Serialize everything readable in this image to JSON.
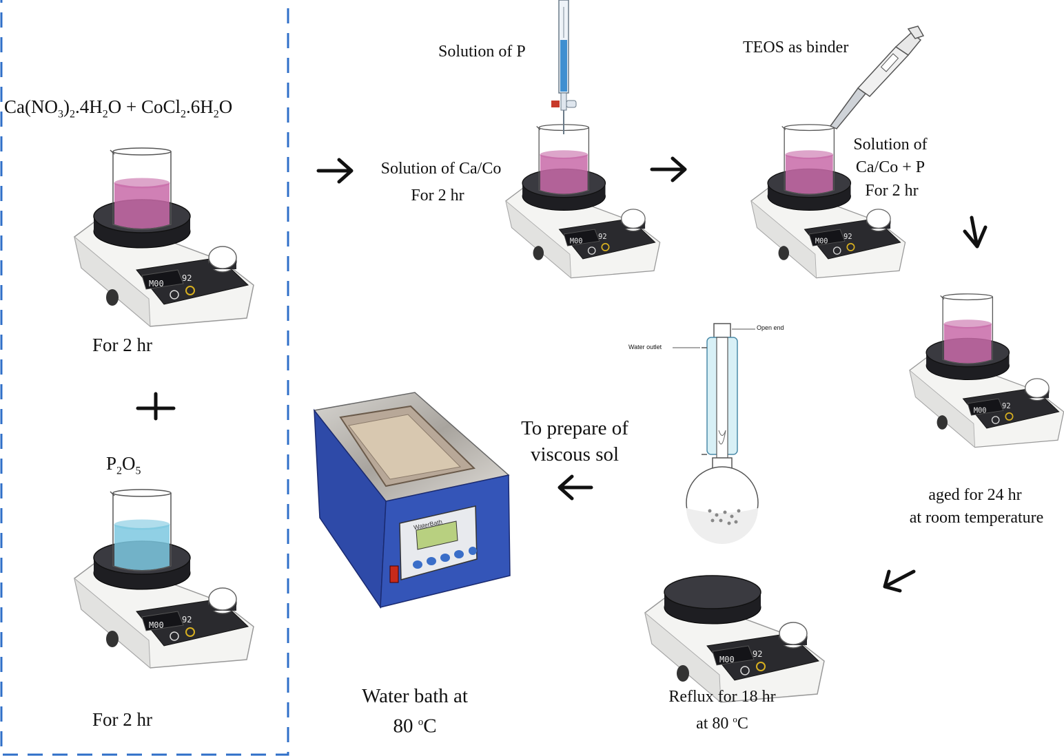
{
  "left_panel": {
    "reagents_prefix": "Ca(NO",
    "reagents_mid1": "3",
    "reagents_mid2": ")",
    "reagents_mid3": "2",
    "reagents_mid4": ".4H",
    "reagents_mid5": "2",
    "reagents_mid6": "O + CoCl",
    "reagents_mid7": "2",
    "reagents_mid8": ".6H",
    "reagents_mid9": "2",
    "reagents_suffix": "O",
    "step1_time": "For 2 hr",
    "plus": "+",
    "p2o5_p": "P",
    "p2o5_sub1": "2",
    "p2o5_o": "O",
    "p2o5_sub2": "5",
    "step2_time": "For 2 hr"
  },
  "step_mix": {
    "reagent": "Solution of P",
    "line1": "Solution of Ca/Co",
    "line2": "For 2 hr"
  },
  "step_binder": {
    "reagent": "TEOS as binder",
    "line1": "Solution of",
    "line2": "Ca/Co + P",
    "line3": "For 2 hr"
  },
  "step_aging": {
    "line1": "aged for 24 hr",
    "line2": "at room temperature"
  },
  "step_reflux": {
    "line1": "Reflux for 18 hr",
    "line2_prefix": "at 80 ",
    "line2_sup": "o",
    "line2_suffix": "C",
    "open_end": "Open end",
    "water_outlet": "Water outlet"
  },
  "step_viscous": {
    "line1": "To prepare of",
    "line2": "viscous sol"
  },
  "step_waterbath": {
    "line1": "Water bath at",
    "line2_prefix": "80 ",
    "line2_sup": "o",
    "line2_suffix": "C",
    "device_label": "WaterBath"
  },
  "hotplate_display": {
    "left": "M00",
    "right": "92"
  },
  "colors": {
    "dashed_border": "#2f6fc8",
    "pink_solution": "#c86aa8",
    "blue_solution": "#7cc8e0",
    "burette_blue": "#3f8fd0",
    "bath_blue": "#2e4aa8"
  }
}
